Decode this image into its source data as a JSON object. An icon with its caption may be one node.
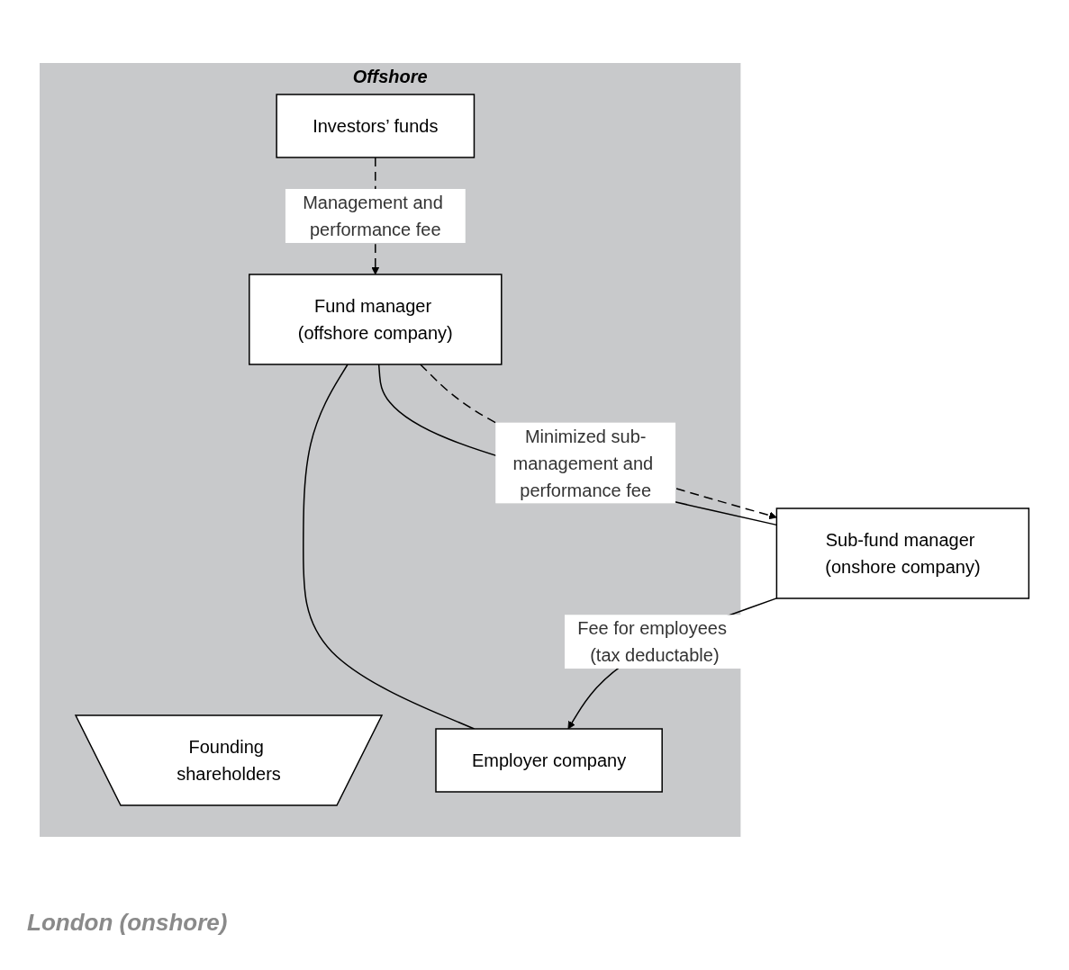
{
  "diagram": {
    "nodes": [
      {
        "text": [
          "Offshore"
        ]
      },
      {
        "text": [
          "Founding shareholders"
        ],
        "in": 0
      },
      {
        "text": [
          "Investors’ funds"
        ],
        "in": 0
      },
      {
        "text": [
          "Fund manager (offshore company)"
        ],
        "in": 0
      },
      {
        "text": [
          "Employer company"
        ],
        "in": 0
      },
      {
        "text": [
          "Sub-fund manager (onshore company)"
        ]
      }
    ],
    "edges": [
      {
        "from": 2,
        "to": 3,
        "arrow": "to",
        "style": "dashed",
        "label": "Management and performance fee"
      },
      {
        "from": 3,
        "to": 4,
        "arrow": "none"
      },
      {
        "from": 3,
        "to": 5,
        "arrow": "none"
      },
      {
        "from": 3,
        "to": 5,
        "arrow": "to",
        "style": "dashed",
        "label": "Minimized sub-management and performance fee"
      },
      {
        "from": 5,
        "to": 4,
        "arrow": "to",
        "label": "Fee for employees (tax deductable)"
      }
    ],
    "labels": [
      "London (onshore)"
    ]
  }
}
